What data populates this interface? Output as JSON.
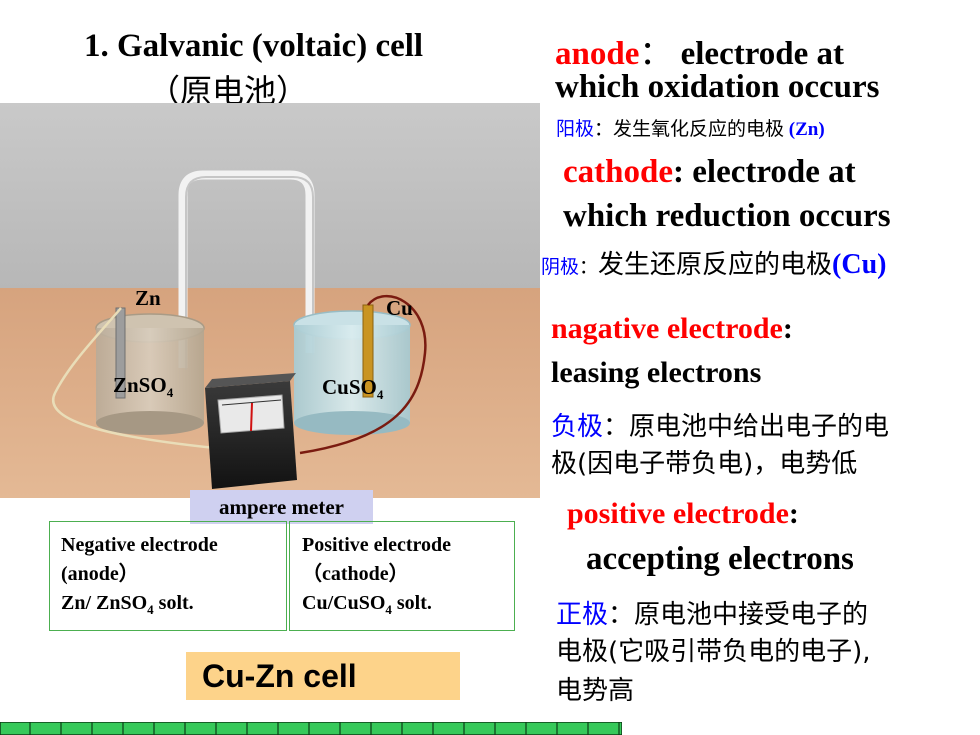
{
  "title": {
    "en": "1. Galvanic (voltaic) cell",
    "cn": "（原电池）"
  },
  "scene": {
    "zn_label": "Zn",
    "cu_label": "Cu",
    "znso4_base": "ZnSO",
    "znso4_sub": "4",
    "cuso4_base": "CuSO",
    "cuso4_sub": "4",
    "meter_caption": "ampere meter"
  },
  "boxes": {
    "negative": {
      "line1": "Negative electrode",
      "line2": "(anode）",
      "line3_base": "Zn/ ZnSO",
      "line3_sub": "4",
      "line3_tail": " solt."
    },
    "positive": {
      "line1": "Positive electrode",
      "line2": "（cathode）",
      "line3_base": "Cu/CuSO",
      "line3_sub": "4",
      "line3_tail": " solt."
    }
  },
  "cell_label": "Cu-Zn cell",
  "anode": {
    "term": "anode",
    "sep": "：",
    "def1": " electrode at",
    "def2": "which oxidation occurs",
    "cn_term": "阳极",
    "cn_def": "：发生氧化反应的电极",
    "cn_tail": " (Zn)"
  },
  "cathode": {
    "term": "cathode",
    "sep": ": ",
    "def1": "electrode at",
    "def2": "which reduction occurs",
    "cn_term": "阴极",
    "cn_sep": "：",
    "cn_def": "发生还原反应的电极",
    "cn_tail": "(Cu)"
  },
  "negative": {
    "term": "nagative electrode",
    "colon": ":",
    "def": "leasing electrons",
    "cn_term": "负极",
    "cn_def1": "：原电池中给出电子的电",
    "cn_def2": "极(因电子带负电)，电势低"
  },
  "positive": {
    "term": "positive electrode",
    "colon": ":",
    "def": "accepting electrons",
    "cn_term": "正极",
    "cn_def1": "：原电池中接受电子的",
    "cn_def2": "电极(它吸引带负电的电子),",
    "cn_def3": "电势高"
  },
  "colors": {
    "term_red": "#ff0000",
    "cn_blue": "#0000ff",
    "box_border": "#4caf50",
    "meter_caption_bg": "#cfd0f0",
    "cell_label_bg": "#fdd38a"
  }
}
